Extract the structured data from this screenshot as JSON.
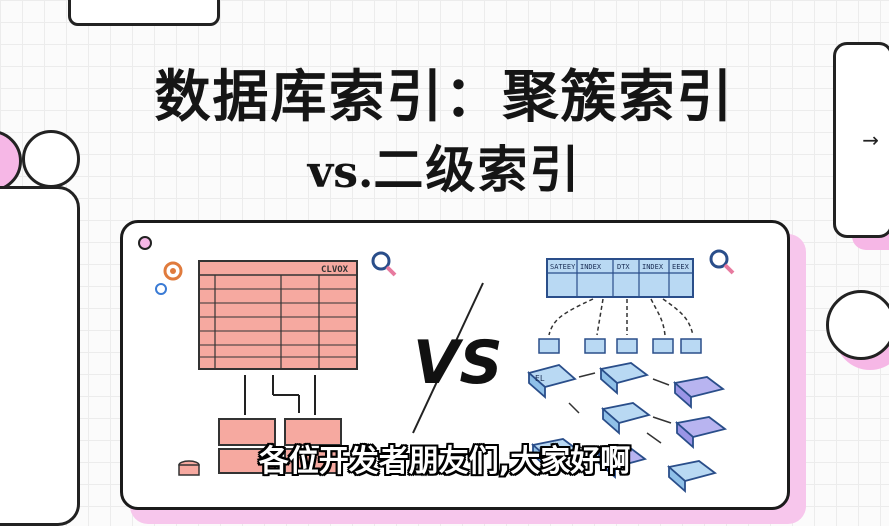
{
  "title": {
    "line1": "数据库索引：聚簇索引",
    "line2_prefix": "vs.",
    "line2_main": "二级索引"
  },
  "illustration": {
    "left_table_label": "CLVOX",
    "vs_label": "VS",
    "right_headers": [
      "SATEEY",
      "INDEX",
      "DTX",
      "INDEX",
      "EEEX"
    ],
    "node_labels": [
      "EL",
      "EL"
    ]
  },
  "subtitle": "各位开发者朋友们,大家好啊",
  "colors": {
    "pink": "#f7c6ec",
    "salmon": "#f6a9a0",
    "blue": "#b9d9f3",
    "purple": "#b8b4f0"
  },
  "icons": [
    "gear-icon",
    "magnifier-icon",
    "arrow-right-icon",
    "database-icon"
  ]
}
